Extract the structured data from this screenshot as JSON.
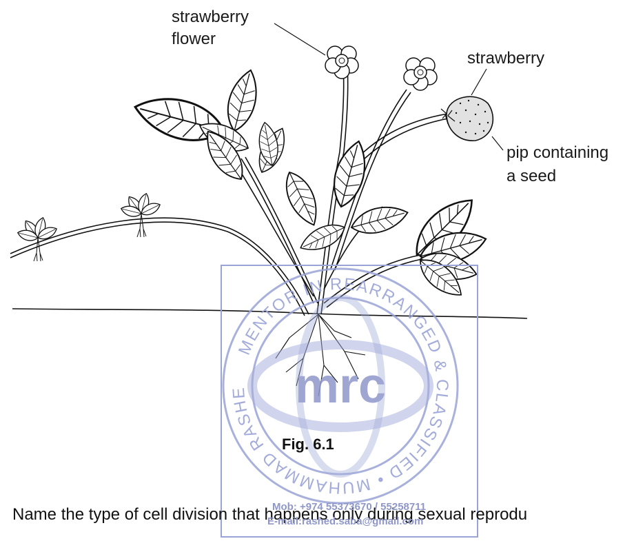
{
  "labels": {
    "strawberry_flower_line1": "strawberry",
    "strawberry_flower_line2": "flower",
    "strawberry": "strawberry",
    "pip_line1": "pip containing",
    "pip_line2": "a seed"
  },
  "caption": "Fig. 6.1",
  "question": "Name the type of cell division that happens only during sexual reprodu",
  "watermark": {
    "logo_text": "mrc",
    "ring_text": "MENTOR IN REARRANGED & CLASSIFIED • MUHAMMAD RASHED CHOWDHURY •",
    "mobile": "Mob:  +974 55373670 / 55258711",
    "email": "E-mail:rashed.saba@gmail.com",
    "color": "#9aa3d6"
  }
}
